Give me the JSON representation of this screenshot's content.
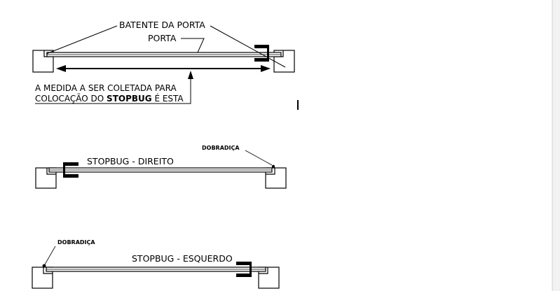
{
  "top_view": {
    "label_frame": "BATENTE DA PORTA",
    "label_door": "PORTA",
    "note_line1": "A MEDIDA A SER COLETADA PARA",
    "note_line2_prefix": "COLOCAÇÃO DO ",
    "note_line2_bold": "STOPBUG",
    "note_line2_suffix": " É ESTA"
  },
  "middle_view": {
    "title": "STOPBUG - DIREITO",
    "hinge_label": "DOBRADIÇA"
  },
  "bottom_view": {
    "title": "STOPBUG - ESQUERDO",
    "hinge_label": "DOBRADIÇA"
  },
  "colors": {
    "line": "#000000",
    "background": "#ffffff",
    "page_edge": "#d9d9d9"
  }
}
